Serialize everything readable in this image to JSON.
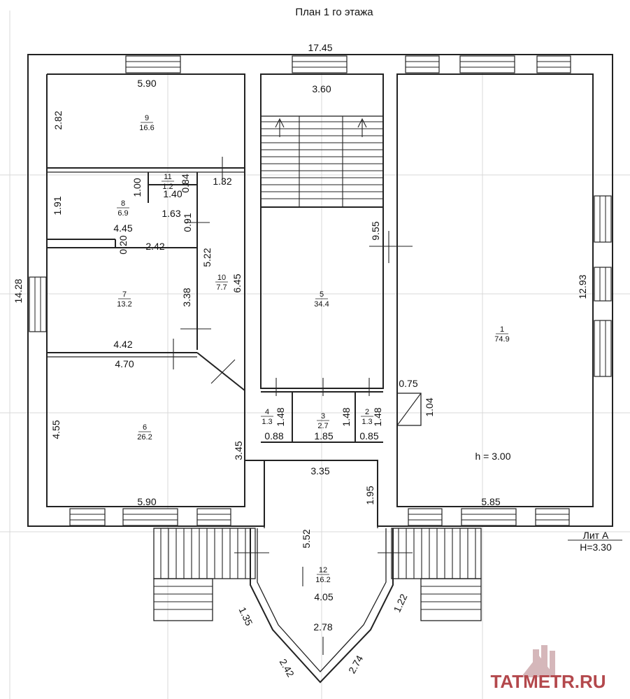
{
  "title": "План 1 го этажа",
  "dimensions": {
    "overall_width": "17.45",
    "overall_depth": "14.28",
    "room9_width": "5.90",
    "room9_depth": "2.82",
    "stair_width": "3.60",
    "room1_depth": "12.93",
    "room5_depth": "9.55",
    "room8_depth": "1.91",
    "room11_depth": "1.00",
    "room11_b": "0.84",
    "room11_width": "1.40",
    "room11_c": "1.32",
    "corr_a": "1.63",
    "corr_b": "0.91",
    "room8_width": "4.45",
    "room7_a": "0.20",
    "room7_b": "2.42",
    "room10_depth": "5.22",
    "room10_b": "6.45",
    "room7_depth": "3.38",
    "room7_width": "4.42",
    "room6_width": "4.70",
    "room6_depth": "4.55",
    "room6_b": "3.45",
    "room6_bottom": "5.90",
    "room4_h": "1.48",
    "room4_w": "0.88",
    "room3_h": "1.48",
    "room3_w": "1.85",
    "room2_h": "1.48",
    "room2_w": "0.85",
    "shaft_w": "0.75",
    "shaft_h": "1.04",
    "ceiling_height": "h = 3.00",
    "entry_width": "3.35",
    "entry_b": "1.95",
    "room1_bottom": "5.85",
    "vest_depth": "5.52",
    "vest_width": "4.05",
    "vest_c": "2.78",
    "vest_left": "1.35",
    "vest_right": "1.22",
    "vest_bl": "2.42",
    "vest_br": "2.74"
  },
  "rooms": [
    {
      "num": "1",
      "area": "74.9"
    },
    {
      "num": "2",
      "area": "1.3"
    },
    {
      "num": "3",
      "area": "2.7"
    },
    {
      "num": "4",
      "area": "1.3"
    },
    {
      "num": "5",
      "area": "34.4"
    },
    {
      "num": "6",
      "area": "26.2"
    },
    {
      "num": "7",
      "area": "13.2"
    },
    {
      "num": "8",
      "area": "6.9"
    },
    {
      "num": "9",
      "area": "16.6"
    },
    {
      "num": "10",
      "area": "7.7"
    },
    {
      "num": "11",
      "area": "1.2"
    },
    {
      "num": "12",
      "area": "16.2"
    }
  ],
  "lit": {
    "label": "Лит А",
    "height": "H=3.30"
  },
  "watermark": {
    "text": "TATMETR.RU",
    "color": "#b3484c"
  }
}
